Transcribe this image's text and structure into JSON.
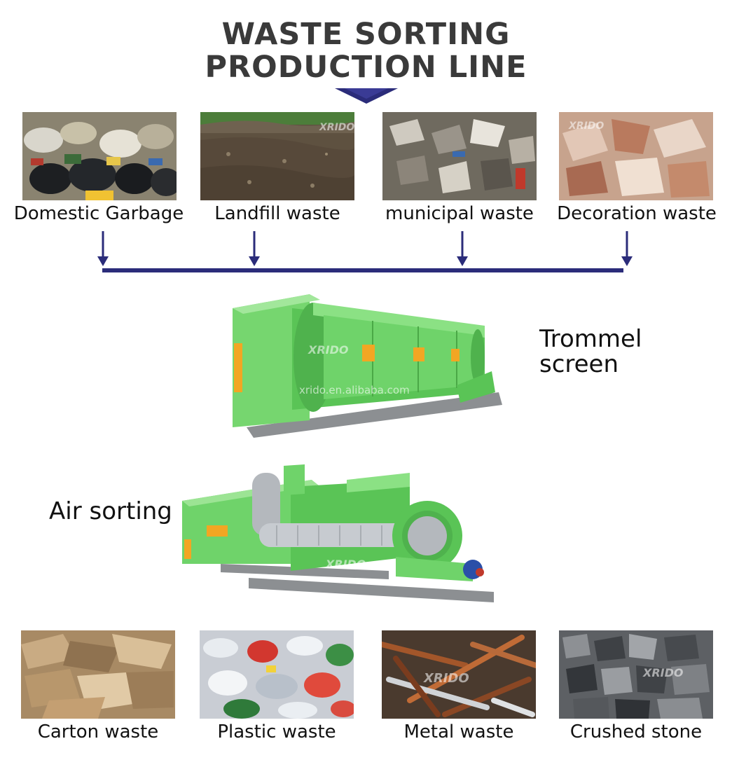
{
  "title": {
    "line1": "WASTE SORTING",
    "line2": "PRODUCTION LINE"
  },
  "inputs": [
    {
      "label": "Domestic Garbage"
    },
    {
      "label": "Landfill waste"
    },
    {
      "label": "municipal waste"
    },
    {
      "label": "Decoration waste"
    }
  ],
  "machines": {
    "trommel": {
      "label_line1": "Trommel",
      "label_line2": "screen",
      "watermark_brand": "XRIDO",
      "watermark_url": "xrido.en.alibaba.com"
    },
    "air": {
      "label": "Air sorting",
      "watermark_brand": "XRIDO"
    }
  },
  "outputs": [
    {
      "label": "Carton waste"
    },
    {
      "label": "Plastic waste"
    },
    {
      "label": "Metal waste"
    },
    {
      "label": "Crushed stone"
    }
  ],
  "colors": {
    "arrow": "#2b2c7a",
    "machine_green": "#6fd36a",
    "machine_dark": "#4fb24d",
    "accent_orange": "#f2a623"
  }
}
